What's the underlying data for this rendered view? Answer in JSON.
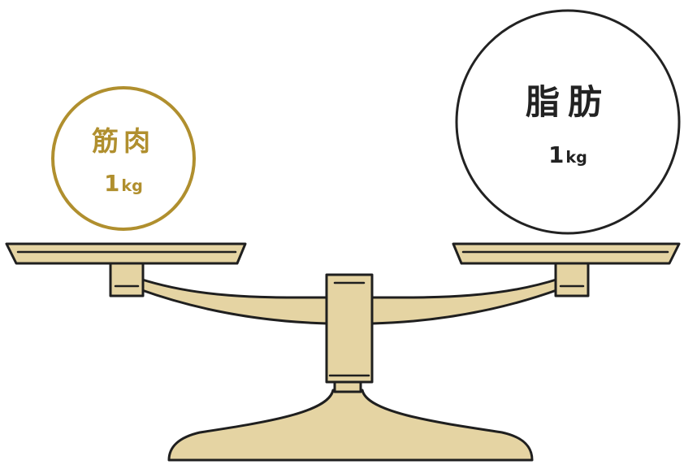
{
  "colors": {
    "gold_stroke": "#b08f2e",
    "gold_fill": "#e5d4a3",
    "outline": "#1f1f1f",
    "circle_dark": "#222222"
  },
  "left_pan": {
    "name": "筋肉",
    "weight_value": "1",
    "weight_unit": "kg"
  },
  "right_pan": {
    "name": "脂肪",
    "weight_value": "1",
    "weight_unit": "kg"
  }
}
